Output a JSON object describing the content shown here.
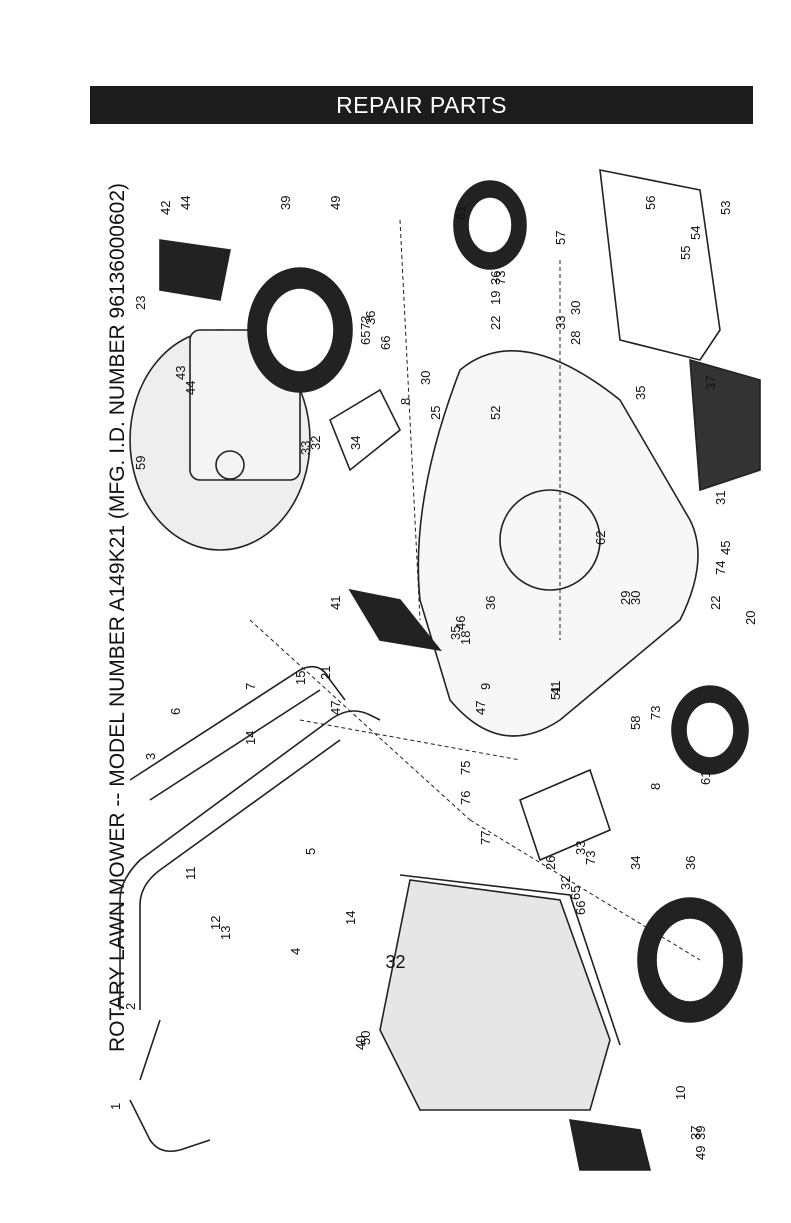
{
  "header": {
    "title": "REPAIR PARTS"
  },
  "page_title": "ROTARY LAWN MOWER -- MODEL NUMBER A149K21 (MFG. I.D. NUMBER 96136000602)",
  "page_number": "32",
  "callouts": [
    "1",
    "2",
    "3",
    "4",
    "5",
    "6",
    "7",
    "8",
    "8",
    "9",
    "10",
    "11",
    "12",
    "13",
    "14",
    "14",
    "15",
    "18",
    "19",
    "20",
    "21",
    "22",
    "22",
    "23",
    "25",
    "26",
    "28",
    "29",
    "30",
    "30",
    "30",
    "31",
    "32",
    "32",
    "33",
    "33",
    "33",
    "34",
    "34",
    "35",
    "35",
    "36",
    "36",
    "36",
    "36",
    "37",
    "37",
    "39",
    "39",
    "40",
    "41",
    "41",
    "42",
    "43",
    "44",
    "44",
    "45",
    "46",
    "47",
    "47",
    "49",
    "49",
    "50",
    "51",
    "52",
    "53",
    "54",
    "55",
    "56",
    "57",
    "58",
    "59",
    "61",
    "61",
    "62",
    "65",
    "65",
    "66",
    "66",
    "73",
    "73",
    "73",
    "73",
    "74",
    "75",
    "76",
    "77"
  ]
}
